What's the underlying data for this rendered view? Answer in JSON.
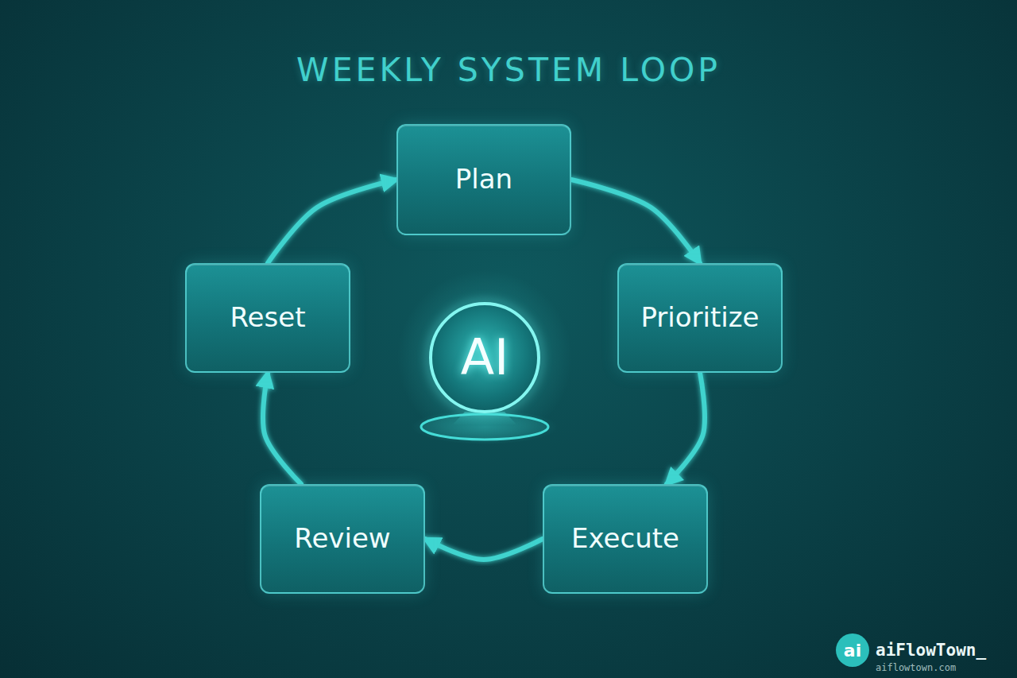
{
  "diagram": {
    "title": "WEEKLY SYSTEM LOOP",
    "nodes": [
      {
        "text": [
          "Plan"
        ]
      },
      {
        "text": [
          "Prioritize"
        ]
      },
      {
        "text": [
          "Execute"
        ]
      },
      {
        "text": [
          "Review"
        ]
      },
      {
        "text": [
          "Reset"
        ]
      },
      {
        "text": [
          "AI"
        ]
      }
    ],
    "edges": [
      {
        "from": 0,
        "to": 1,
        "arrow": "to"
      },
      {
        "from": 1,
        "to": 2,
        "arrow": "to"
      },
      {
        "from": 2,
        "to": 3,
        "arrow": "to"
      },
      {
        "from": 3,
        "to": 4,
        "arrow": "to"
      },
      {
        "from": 4,
        "to": 0,
        "arrow": "to"
      }
    ],
    "labels": [
      "ai",
      "aiFlowTown_",
      "aiflowtown.com"
    ]
  }
}
